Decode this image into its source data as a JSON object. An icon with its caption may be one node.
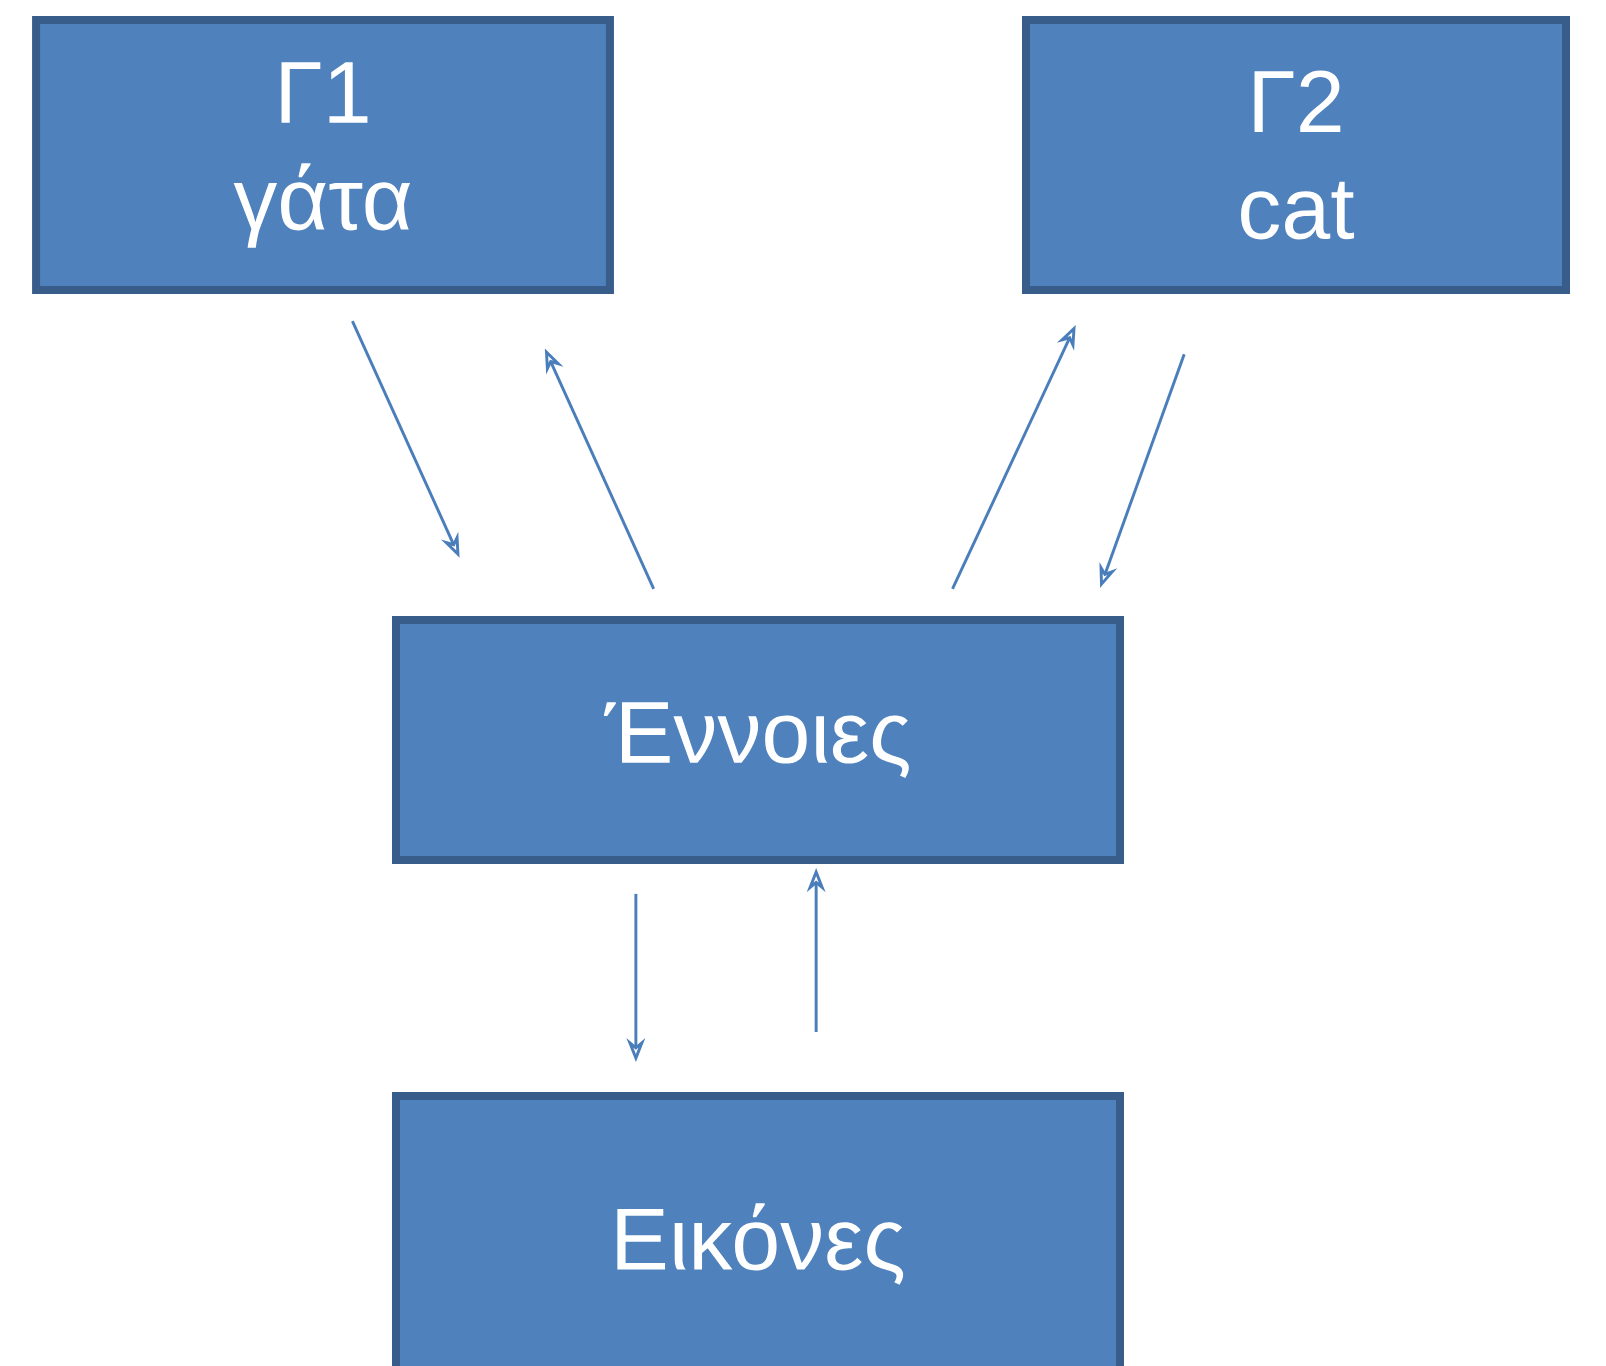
{
  "diagram": {
    "nodes": [
      {
        "text": [
          "Γ1",
          "γάτα"
        ]
      },
      {
        "text": [
          "Γ2",
          "cat"
        ]
      },
      {
        "text": [
          "Έννοιες"
        ]
      },
      {
        "text": [
          "Εικόνες"
        ]
      }
    ],
    "edges": [
      {
        "from": 0,
        "to": 2,
        "arrow": "to"
      },
      {
        "from": 2,
        "to": 0,
        "arrow": "to"
      },
      {
        "from": 2,
        "to": 1,
        "arrow": "to"
      },
      {
        "from": 1,
        "to": 2,
        "arrow": "to"
      },
      {
        "from": 2,
        "to": 3,
        "arrow": "to"
      },
      {
        "from": 3,
        "to": 2,
        "arrow": "to"
      }
    ]
  }
}
